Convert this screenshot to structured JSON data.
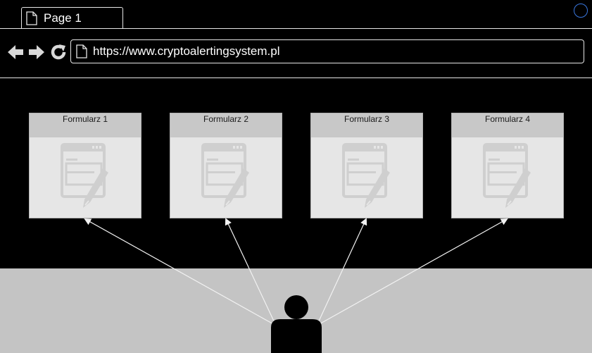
{
  "browser": {
    "tab_label": "Page 1",
    "url": "https://www.cryptoalertingsystem.pl"
  },
  "nav": {
    "back_icon": "arrow-left-icon",
    "forward_icon": "arrow-right-icon",
    "reload_icon": "reload-icon"
  },
  "forms": [
    {
      "title": "Formularz 1",
      "icon": "form-edit-icon"
    },
    {
      "title": "Formularz 2",
      "icon": "form-edit-icon"
    },
    {
      "title": "Formularz 3",
      "icon": "form-edit-icon"
    },
    {
      "title": "Formularz 4",
      "icon": "form-edit-icon"
    }
  ],
  "user": {
    "icon": "user-icon"
  },
  "colors": {
    "background": "#000000",
    "floor": "#c4c4c4",
    "card_body": "#e6e6e6",
    "card_header": "#c8c8c8",
    "accent_circle": "#3a78e0",
    "lines": "#e6e6e6"
  }
}
